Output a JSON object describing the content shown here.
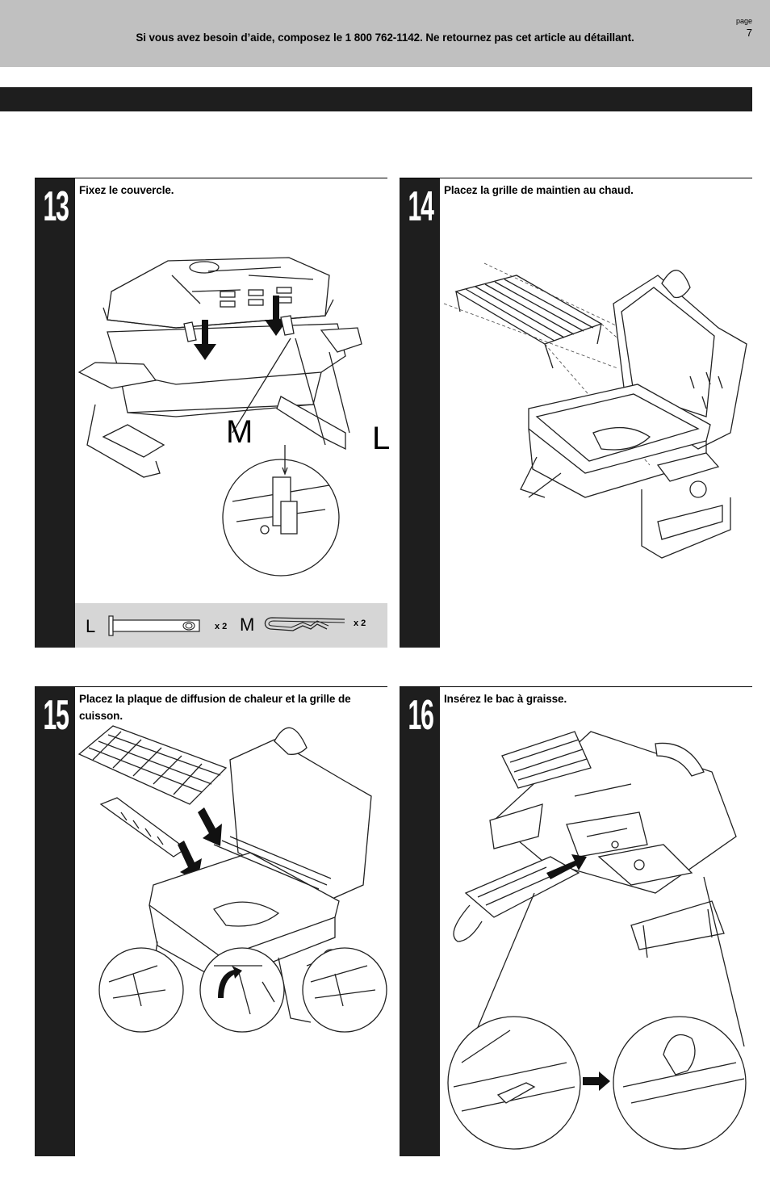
{
  "header": {
    "help_text": "Si vous avez besoin d’aide, composez le 1 800 762-1142. Ne retournez pas cet article au détaillant.",
    "page_label": "page",
    "page_number": "7"
  },
  "steps": [
    {
      "number": "13",
      "text": "Fixez le couvercle.",
      "callouts": [
        "M",
        "L"
      ],
      "parts": [
        {
          "letter": "L",
          "qty": "x 2"
        },
        {
          "letter": "M",
          "qty": "x 2"
        }
      ]
    },
    {
      "number": "14",
      "text": "Placez la grille de maintien au chaud."
    },
    {
      "number": "15",
      "text": "Placez la plaque de diffusion de chaleur et la grille de cuisson."
    },
    {
      "number": "16",
      "text": "Insérez le bac à graisse."
    }
  ],
  "colors": {
    "header_bg": "#c0c0c0",
    "dark_bar": "#1e1e1e",
    "parts_strip_bg": "#d6d6d6"
  }
}
